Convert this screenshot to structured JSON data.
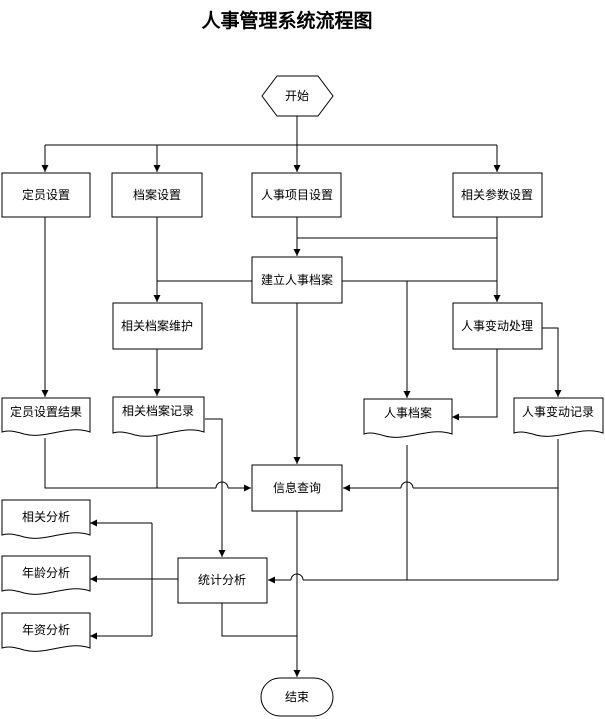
{
  "title": "人事管理系统流程图",
  "nodes": {
    "start": "开始",
    "staffing_setup": "定员设置",
    "archive_setup": "档案设置",
    "hr_item_setup": "人事项目设置",
    "related_params_setup": "相关参数设置",
    "create_hr_archive": "建立人事档案",
    "related_archive_maintenance": "相关档案维护",
    "hr_change_processing": "人事变动处理",
    "staffing_result": "定员设置结果",
    "related_archive_records": "相关档案记录",
    "hr_archive": "人事档案",
    "hr_change_records": "人事变动记录",
    "info_query": "信息查询",
    "related_analysis": "相关分析",
    "age_analysis": "年龄分析",
    "salary_analysis": "年资分析",
    "statistical_analysis": "统计分析",
    "end": "结束"
  }
}
